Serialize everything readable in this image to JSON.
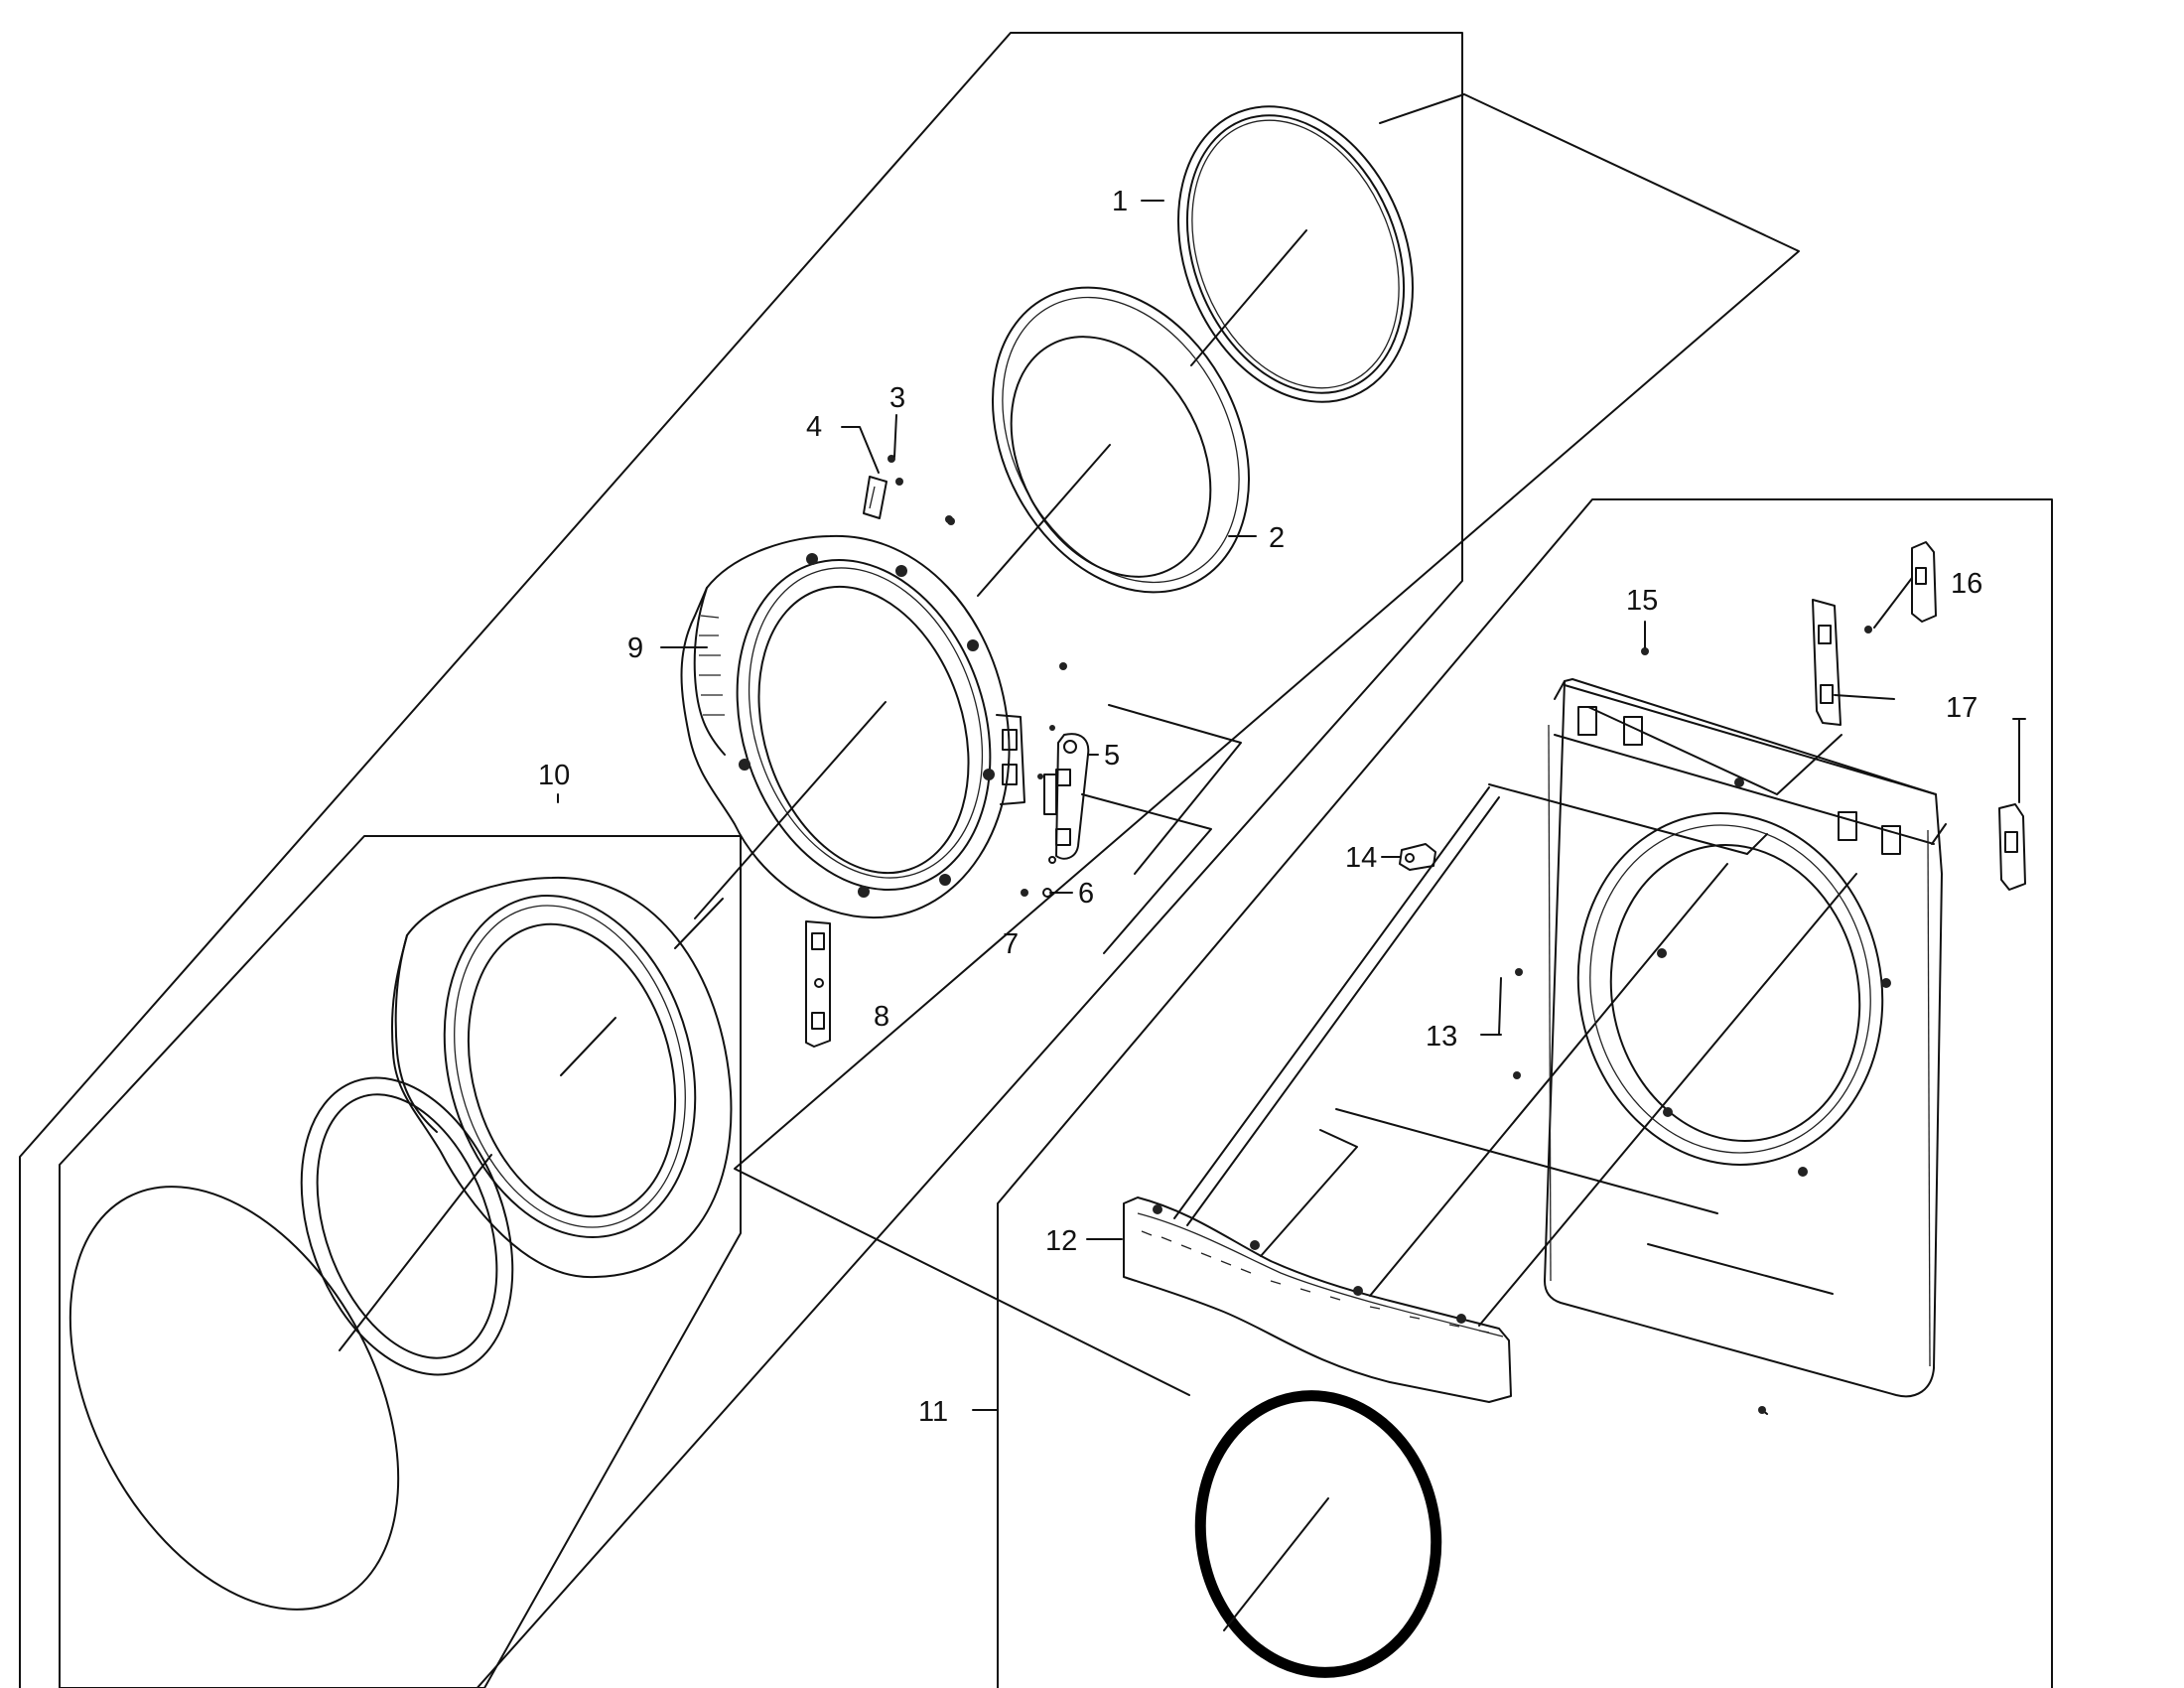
{
  "callouts": [
    {
      "id": "c1",
      "label": "1"
    },
    {
      "id": "c2",
      "label": "2"
    },
    {
      "id": "c3",
      "label": "3"
    },
    {
      "id": "c4",
      "label": "4"
    },
    {
      "id": "c5",
      "label": "5"
    },
    {
      "id": "c6",
      "label": "6"
    },
    {
      "id": "c7",
      "label": "7"
    },
    {
      "id": "c8",
      "label": "8"
    },
    {
      "id": "c9",
      "label": "9"
    },
    {
      "id": "c10",
      "label": "10"
    },
    {
      "id": "c11",
      "label": "11"
    },
    {
      "id": "c12",
      "label": "12"
    },
    {
      "id": "c13",
      "label": "13"
    },
    {
      "id": "c14",
      "label": "14"
    },
    {
      "id": "c15",
      "label": "15"
    },
    {
      "id": "c16",
      "label": "16"
    },
    {
      "id": "c17",
      "label": "17"
    }
  ],
  "colors": {
    "line": "#111111",
    "background": "#ffffff"
  }
}
